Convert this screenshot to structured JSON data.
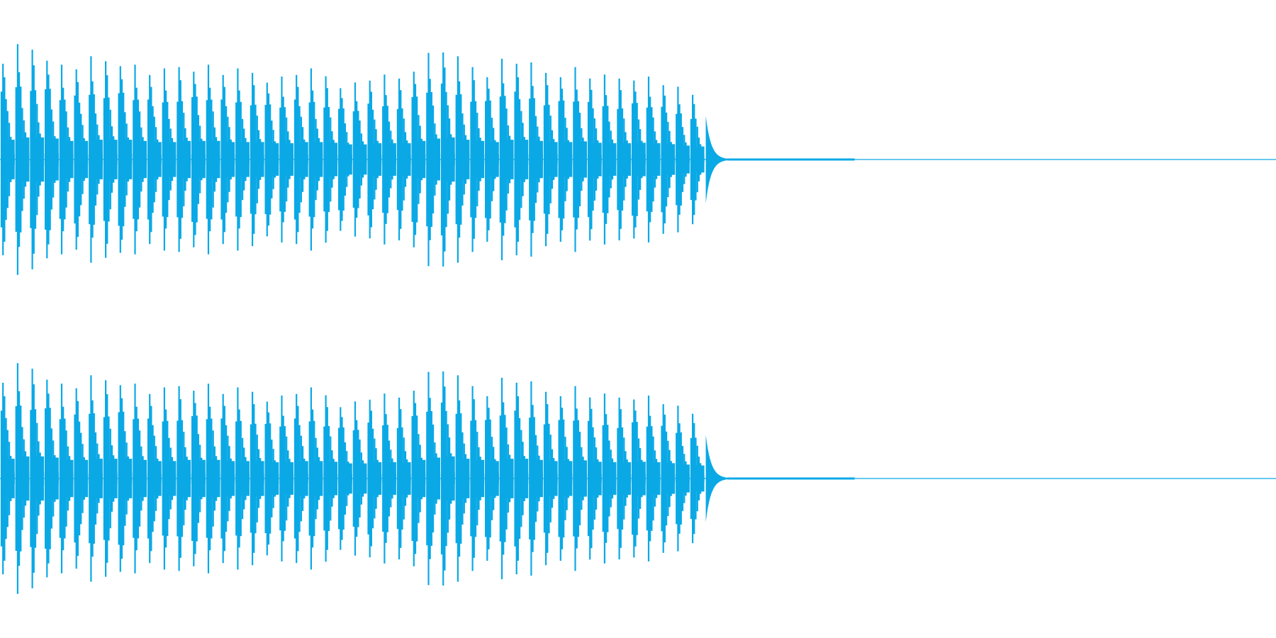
{
  "waveform": {
    "color": "#0aa9e6",
    "background": "#ffffff",
    "channel_count": 2,
    "channels": [
      {
        "name": ""
      },
      {
        "name": ""
      }
    ],
    "pulse_count": 48,
    "amplitude_envelope": [
      0.85,
      0.95,
      0.95,
      0.9,
      0.8,
      0.8,
      0.85,
      0.85,
      0.85,
      0.8,
      0.75,
      0.75,
      0.8,
      0.8,
      0.8,
      0.75,
      0.75,
      0.75,
      0.7,
      0.7,
      0.75,
      0.75,
      0.72,
      0.65,
      0.65,
      0.7,
      0.7,
      0.7,
      0.8,
      0.9,
      0.95,
      0.85,
      0.8,
      0.75,
      0.85,
      0.85,
      0.8,
      0.75,
      0.75,
      0.78,
      0.72,
      0.7,
      0.7,
      0.72,
      0.7,
      0.66,
      0.6,
      0.56
    ],
    "tail": "flat"
  }
}
